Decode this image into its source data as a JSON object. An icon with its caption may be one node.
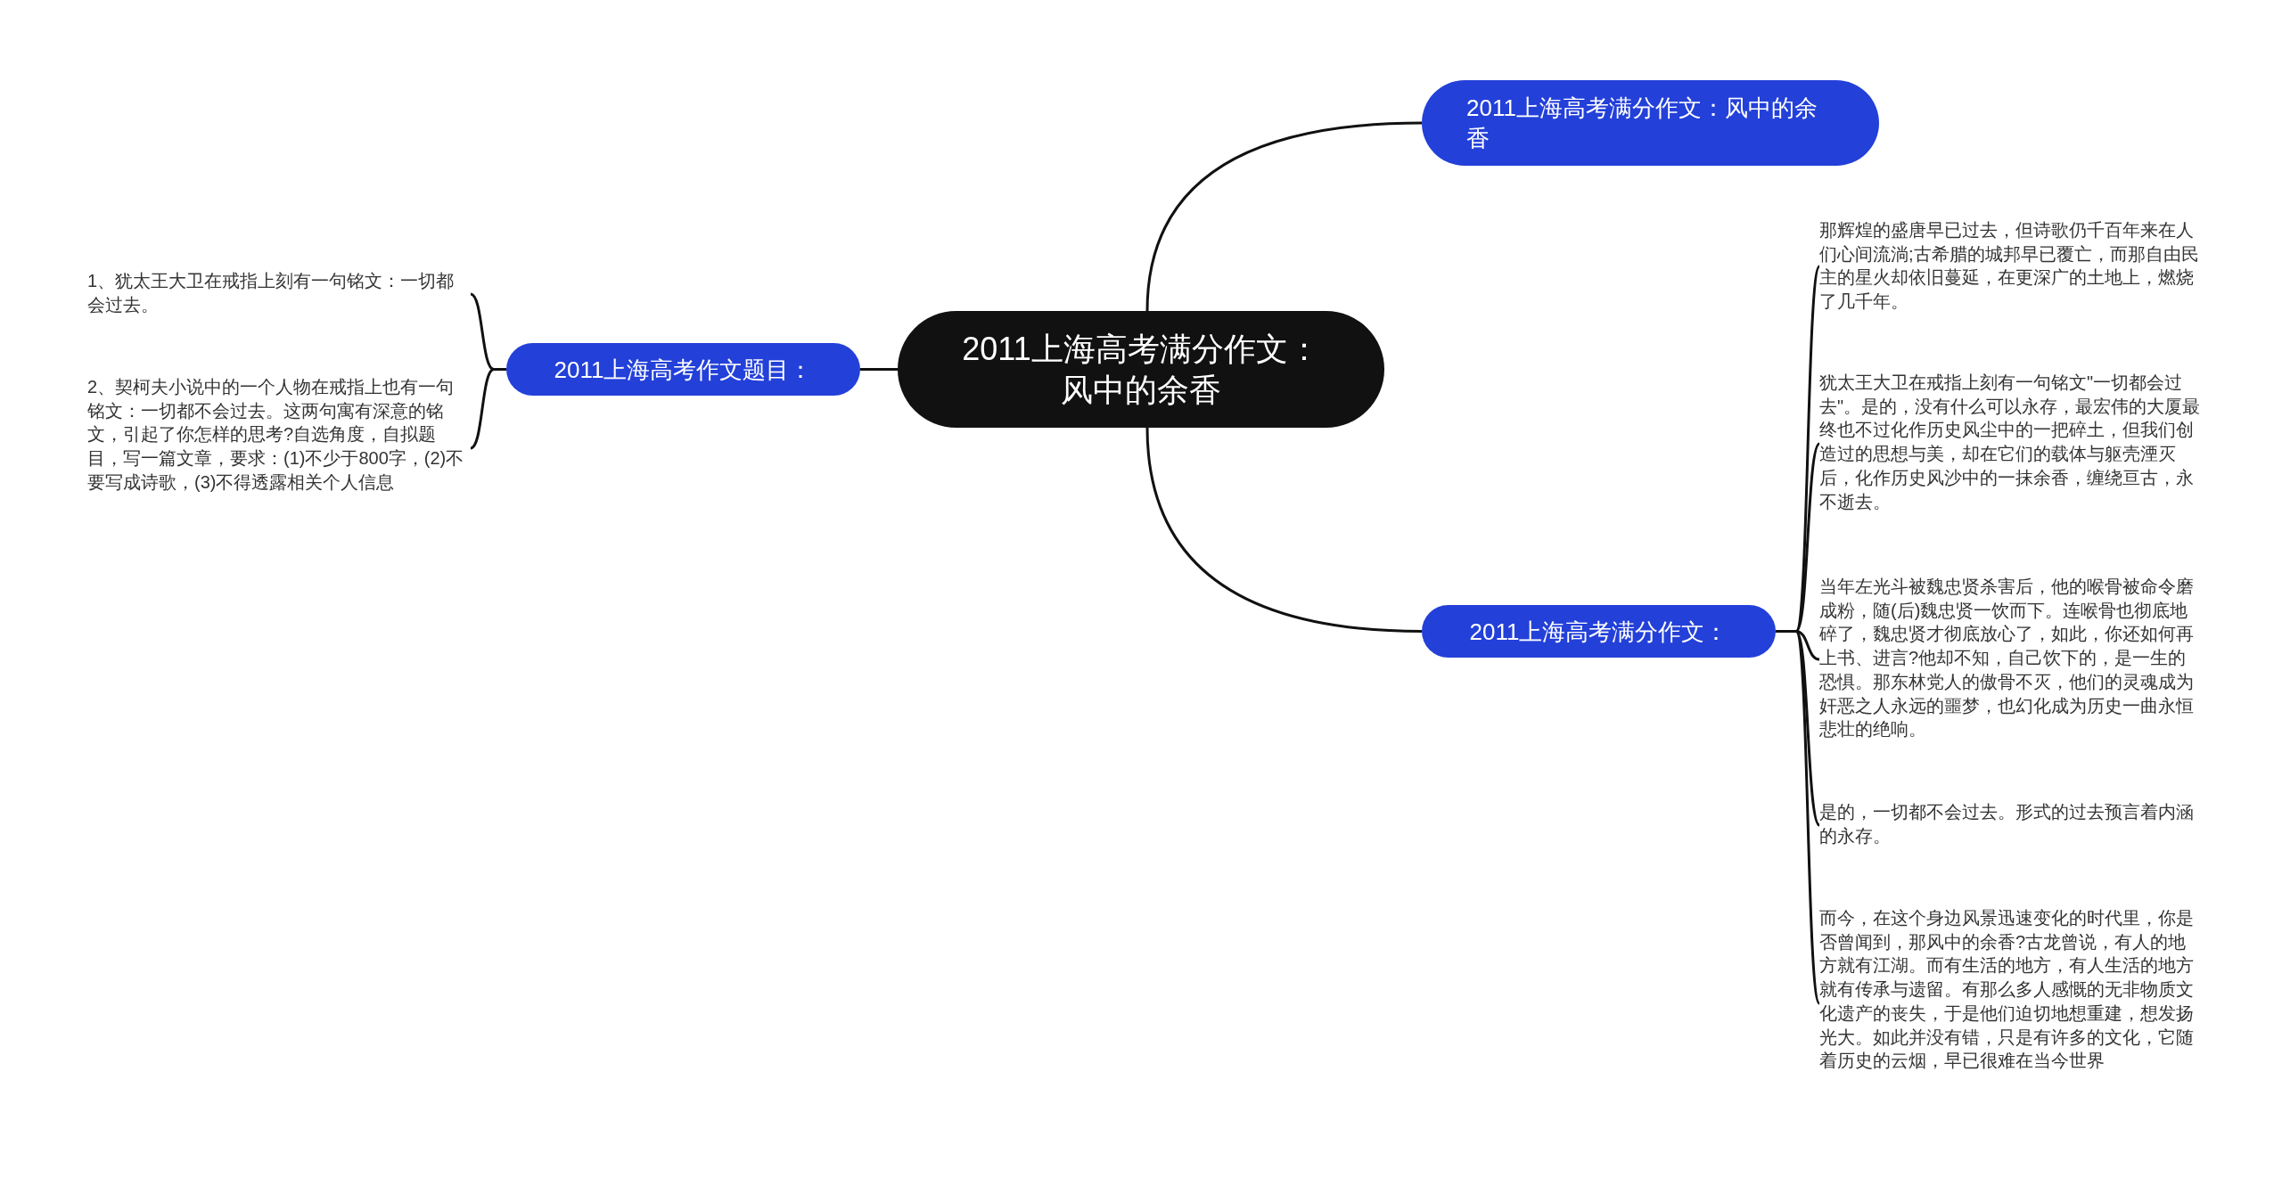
{
  "diagram": {
    "nodes": [
      {
        "text": [
          "2011上海高考满分作文：风中的余香"
        ]
      },
      {
        "text": [
          "2011上海高考作文题目："
        ]
      },
      {
        "text": [
          "1、犹太王大卫在戒指上刻有一句铭文：一切都会过去。"
        ]
      },
      {
        "text": [
          "2、契柯夫小说中的一个人物在戒指上也有一句铭文：一切都不会过去。这两句寓有深意的铭文，引起了你怎样的思考?自选角度，自拟题目，写一篇文章，要求：(1)不少于800字，(2)不要写成诗歌，(3)不得透露相关个人信息"
        ]
      },
      {
        "text": [
          "2011上海高考满分作文：风中的余香"
        ]
      },
      {
        "text": [
          "2011上海高考满分作文："
        ]
      },
      {
        "text": [
          "那辉煌的盛唐早已过去，但诗歌仍千百年来在人们心间流淌;古希腊的城邦早已覆亡，而那自由民主的星火却依旧蔓延，在更深广的土地上，燃烧了几千年。"
        ]
      },
      {
        "text": [
          "犹太王大卫在戒指上刻有一句铭文\"一切都会过去\"。是的，没有什么可以永存，最宏伟的大厦最终也不过化作历史风尘中的一把碎土，但我们创造过的思想与美，却在它们的载体与躯壳湮灭后，化作历史风沙中的一抹余香，缠绕亘古，永不逝去。"
        ]
      },
      {
        "text": [
          "当年左光斗被魏忠贤杀害后，他的喉骨被命令磨成粉，随(后)魏忠贤一饮而下。连喉骨也彻底地碎了，魏忠贤才彻底放心了，如此，你还如何再上书、进言?他却不知，自己饮下的，是一生的恐惧。那东林党人的傲骨不灭，他们的灵魂成为奸恶之人永远的噩梦，也幻化成为历史一曲永恒悲壮的绝响。"
        ]
      },
      {
        "text": [
          "是的，一切都不会过去。形式的过去预言着内涵的永存。"
        ]
      },
      {
        "text": [
          "而今，在这个身边风景迅速变化的时代里，你是否曾闻到，那风中的余香?古龙曾说，有人的地方就有江湖。而有生活的地方，有人生活的地方就有传承与遗留。有那么多人感慨的无非物质文化遗产的丧失，于是他们迫切地想重建，想发扬光大。如此并没有错，只是有许多的文化，它随着历史的云烟，早已很难在当今世界"
        ]
      }
    ],
    "edges": [
      {
        "from": 0,
        "to": 1,
        "arrow": "none"
      },
      {
        "from": 1,
        "to": 2,
        "arrow": "none"
      },
      {
        "from": 1,
        "to": 3,
        "arrow": "none"
      },
      {
        "from": 0,
        "to": 4,
        "arrow": "none"
      },
      {
        "from": 0,
        "to": 5,
        "arrow": "none"
      },
      {
        "from": 5,
        "to": 6,
        "arrow": "none"
      },
      {
        "from": 5,
        "to": 7,
        "arrow": "none"
      },
      {
        "from": 5,
        "to": 8,
        "arrow": "none"
      },
      {
        "from": 5,
        "to": 9,
        "arrow": "none"
      },
      {
        "from": 5,
        "to": 10,
        "arrow": "none"
      }
    ]
  }
}
